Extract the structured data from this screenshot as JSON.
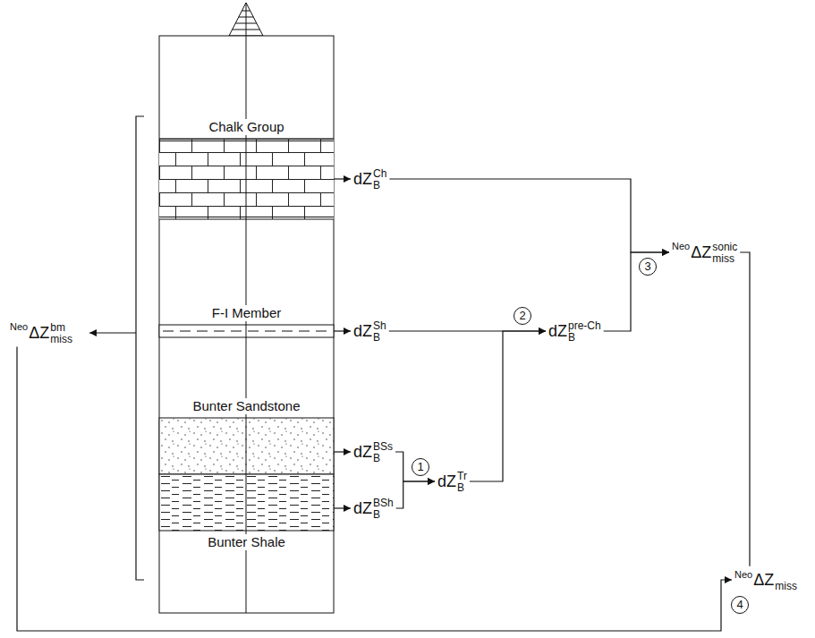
{
  "diagram": {
    "nodes": [
      {
        "text": [
          "Chalk Group"
        ]
      },
      {
        "text": [
          "F-I Member"
        ]
      },
      {
        "text": [
          "Bunter Sandstone"
        ]
      },
      {
        "text": [
          "Bunter Shale"
        ]
      },
      {
        "text": [
          "Neo",
          "ΔZ",
          "miss",
          "bm"
        ]
      },
      {
        "text": [
          "dZ",
          "B",
          "Ch"
        ]
      },
      {
        "text": [
          "dZ",
          "B",
          "Sh"
        ]
      },
      {
        "text": [
          "dZ",
          "B",
          "BSs"
        ]
      },
      {
        "text": [
          "dZ",
          "B",
          "BSh"
        ]
      },
      {
        "text": [
          "dZ",
          "B",
          "Tr"
        ]
      },
      {
        "text": [
          "dZ",
          "B",
          "pre-Ch"
        ]
      },
      {
        "text": [
          "Neo",
          "ΔZ",
          "miss",
          "sonic"
        ]
      },
      {
        "text": [
          "Neo",
          "ΔZ",
          "miss"
        ]
      }
    ],
    "edges": [
      {
        "from": 0,
        "to": 5,
        "arrow": "to"
      },
      {
        "from": 1,
        "to": 6,
        "arrow": "to"
      },
      {
        "from": 2,
        "to": 7,
        "arrow": "to"
      },
      {
        "from": 3,
        "to": 8,
        "arrow": "to"
      },
      {
        "from": 7,
        "to": 9,
        "arrow": "to",
        "label": "1"
      },
      {
        "from": 8,
        "to": 9,
        "arrow": "to"
      },
      {
        "from": 6,
        "to": 10,
        "arrow": "to",
        "label": "2"
      },
      {
        "from": 9,
        "to": 10,
        "arrow": "to"
      },
      {
        "from": 5,
        "to": 11,
        "arrow": "to",
        "label": "3"
      },
      {
        "from": 10,
        "to": 11,
        "arrow": "to"
      },
      {
        "from": 4,
        "to": 12,
        "arrow": "to",
        "label": "4"
      },
      {
        "from": 11,
        "to": 12,
        "arrow": "none"
      }
    ]
  }
}
